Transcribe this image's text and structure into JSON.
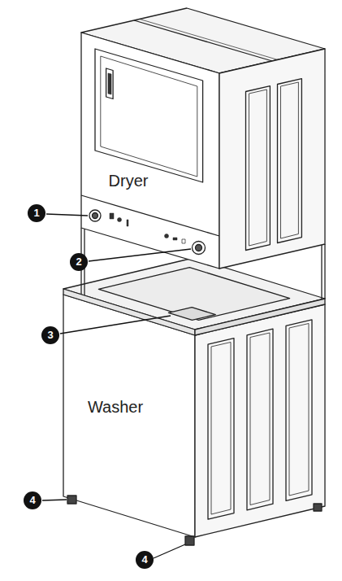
{
  "diagram": {
    "labels": [
      "Dryer",
      "1",
      "2",
      "3",
      "Washer",
      "4",
      "4"
    ]
  }
}
